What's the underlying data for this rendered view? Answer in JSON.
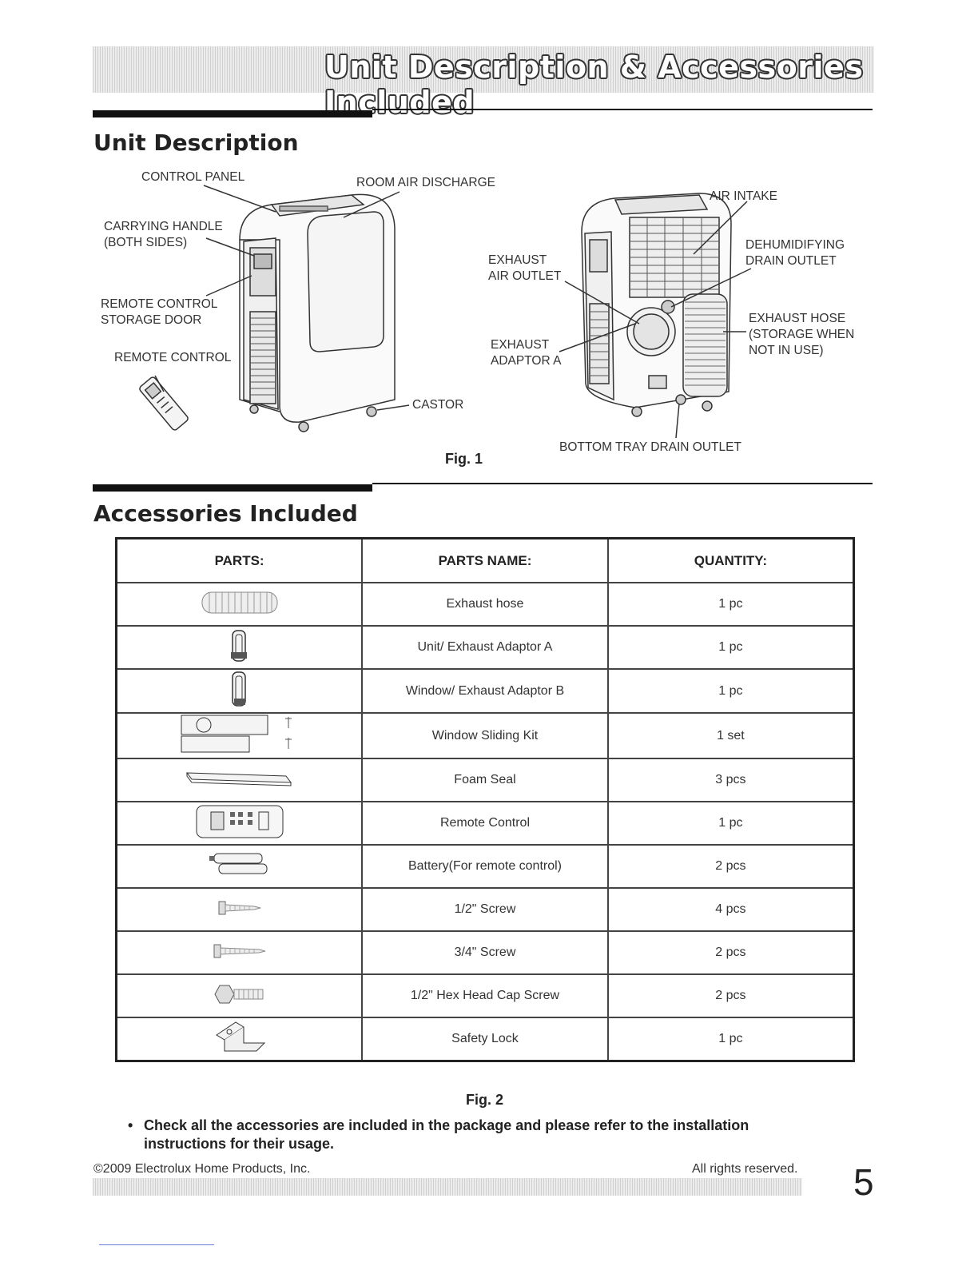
{
  "header": {
    "title": "Unit Description & Accessories Included"
  },
  "unit_description": {
    "title": "Unit Description",
    "labels": {
      "control_panel": "CONTROL PANEL",
      "room_air_discharge": "ROOM AIR DISCHARGE",
      "carrying_handle_1": "CARRYING HANDLE",
      "carrying_handle_2": "(BOTH SIDES)",
      "remote_storage_1": "REMOTE CONTROL",
      "remote_storage_2": "STORAGE DOOR",
      "remote_control": "REMOTE CONTROL",
      "castor": "CASTOR",
      "air_intake": "AIR INTAKE",
      "exhaust_air_outlet_1": "EXHAUST",
      "exhaust_air_outlet_2": "AIR OUTLET",
      "dehumidifying_1": "DEHUMIDIFYING",
      "dehumidifying_2": "DRAIN OUTLET",
      "exhaust_hose_1": "EXHAUST HOSE",
      "exhaust_hose_2": "(STORAGE WHEN",
      "exhaust_hose_3": "NOT IN USE)",
      "exhaust_adaptor_1": "EXHAUST",
      "exhaust_adaptor_2": "ADAPTOR A",
      "bottom_tray": "BOTTOM TRAY DRAIN OUTLET"
    },
    "figure_caption": "Fig. 1"
  },
  "accessories": {
    "title": "Accessories Included",
    "headers": [
      "PARTS:",
      "PARTS NAME:",
      "QUANTITY:"
    ],
    "rows": [
      {
        "icon": "exhaust-hose-icon",
        "name": "Exhaust hose",
        "qty": "1 pc"
      },
      {
        "icon": "adaptor-a-icon",
        "name": "Unit/ Exhaust Adaptor A",
        "qty": "1 pc"
      },
      {
        "icon": "adaptor-b-icon",
        "name": "Window/ Exhaust Adaptor B",
        "qty": "1 pc"
      },
      {
        "icon": "window-kit-icon",
        "name": "Window Sliding Kit",
        "qty": "1 set"
      },
      {
        "icon": "foam-seal-icon",
        "name": "Foam Seal",
        "qty": "3 pcs"
      },
      {
        "icon": "remote-control-icon",
        "name": "Remote Control",
        "qty": "1 pc"
      },
      {
        "icon": "battery-icon",
        "name": "Battery(For remote control)",
        "qty": "2 pcs"
      },
      {
        "icon": "screw-icon",
        "name": "1/2\" Screw",
        "qty": "4 pcs"
      },
      {
        "icon": "screw-long-icon",
        "name": "3/4\" Screw",
        "qty": "2 pcs"
      },
      {
        "icon": "hex-screw-icon",
        "name": "1/2\" Hex Head Cap Screw",
        "qty": "2 pcs"
      },
      {
        "icon": "safety-lock-icon",
        "name": "Safety Lock",
        "qty": "1 pc"
      }
    ],
    "figure_caption": "Fig. 2",
    "note": "Check all the accessories are included in the package and please refer to the installation instructions for their usage."
  },
  "footer": {
    "copyright": "©2009 Electrolux Home Products, Inc.",
    "rights": "All rights reserved.",
    "page_number": "5"
  }
}
